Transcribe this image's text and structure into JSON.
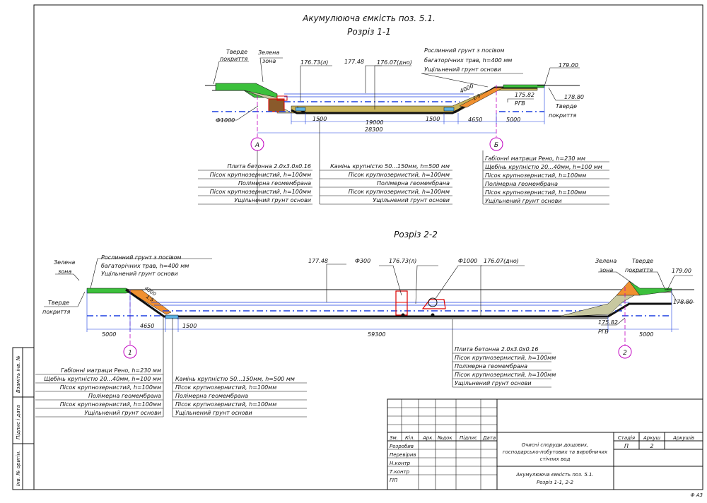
{
  "title": "Акумулююча ємкість поз. 5.1.",
  "section1": {
    "title": "Розріз 1-1",
    "ground_surface_left": "Тверде покриття",
    "green_zone": "Зелена зона",
    "elev_water": "176.73(л)",
    "elev_top": "177.48",
    "elev_bottom": "176.07(дно)",
    "soil_layer": [
      "Рослинний грунт  з посівом",
      "багаторічних трав, h=400 мм",
      "Ущільнений грунт основи"
    ],
    "elev_right_top": "179.00",
    "elev_right": "178.80",
    "elev_rgv": "175.82",
    "rgv": "РГВ",
    "slope_len": "4000",
    "slope_ratio": "1:5",
    "pipe": "Ф1000",
    "surface_right": "Тверде покриття",
    "dims": [
      "1500",
      "19000",
      "1500",
      "4650",
      "5000",
      "28300"
    ],
    "axis_a": "А",
    "axis_b": "Б",
    "leg_a": [
      "Плита бетонна  2.0х3.0х0.16",
      "Пісок крупнозернистий, h=100мм",
      "Полімерна геомембрана",
      "Пісок крупнозернистий, h=100мм",
      "Ущільнений грунт основи"
    ],
    "leg_mid": [
      "Камінь крупністю 50...150мм, h=500 мм",
      "Пісок крупнозернистий, h=100мм",
      "Полімерна геомембрана",
      "Пісок крупнозернистий, h=100мм",
      "Ущільнений грунт основи"
    ],
    "leg_b": [
      "Габіонні матраци Рено, h=230 мм",
      "Щебінь крупністю 20...40мм, h=100 мм",
      "Пісок крупнозернистий, h=100мм",
      "Полімерна геомембрана",
      "Пісок крупнозернистий, h=100мм",
      "Ущільнений грунт основи"
    ]
  },
  "section2": {
    "title": "Розріз 2-2",
    "soil_layer": [
      "Рослинний грунт  з посівом",
      "багаторічних трав, h=400 мм",
      "Ущільнений грунт основи"
    ],
    "green_zone_left": "Зелена зона",
    "surface_left": "Тверде покриття",
    "elev_top": "177.48",
    "pipe_small": "Ф300",
    "elev_water": "176.73(л)",
    "pipe_large": "Ф1000",
    "elev_bottom": "176.07(дно)",
    "green_zone_right": "Зелена зона",
    "surface_right": "Тверде покриття",
    "elev_right_top": "179.00",
    "elev_right": "178.80",
    "elev_rgv": "175.82",
    "rgv": "РГВ",
    "slope_len": "4000",
    "slope_ratio": "1:5",
    "dims": [
      "5000",
      "4650",
      "1500",
      "59300",
      "5000"
    ],
    "axis_1": "1",
    "axis_2": "2",
    "leg_left": [
      "Габіонні матраци Рено, h=230 мм",
      "Щебінь крупністю 20...40мм, h=100 мм",
      "Пісок крупнозернистий, h=100мм",
      "Полімерна геомембрана",
      "Пісок крупнозернистий, h=100мм",
      "Ущільнений грунт основи"
    ],
    "leg_mid": [
      "Камінь крупністю 50...150мм, h=500 мм",
      "Пісок крупнозернистий, h=100мм",
      "Полімерна геомембрана",
      "Пісок крупнозернистий, h=100мм",
      "Ущільнений грунт основи"
    ],
    "leg_right": [
      "Плита бетонна  2.0х3.0х0.16",
      "Пісок крупнозернистий, h=100мм",
      "Полімерна геомембрана",
      "Пісок крупнозернистий, h=100мм",
      "Ущільнений грунт основи"
    ]
  },
  "side_stamp": [
    "Взаміть інв. №",
    "Підпис і дата",
    "Інв. № оригін."
  ],
  "title_block": {
    "headers": [
      "Зм.",
      "Кіл.",
      "Арк.",
      "№док",
      "Підпис",
      "Дата"
    ],
    "roles": [
      "Розробив",
      "Перевірив",
      "Н.контр",
      "Т.контр",
      "ГІП"
    ],
    "project": [
      "Очисні споруди дощових,",
      "господарсько-побутових та виробничих",
      "стічних вод"
    ],
    "stage_label": "Стадія",
    "sheet_label": "Аркуш",
    "sheets_label": "Аркушів",
    "stage": "П",
    "sheet": "2",
    "drawing": [
      "Акумулююча ємкість поз. 5.1.",
      "Розріз 1-1, 2-2"
    ]
  },
  "format": "Ф А3"
}
